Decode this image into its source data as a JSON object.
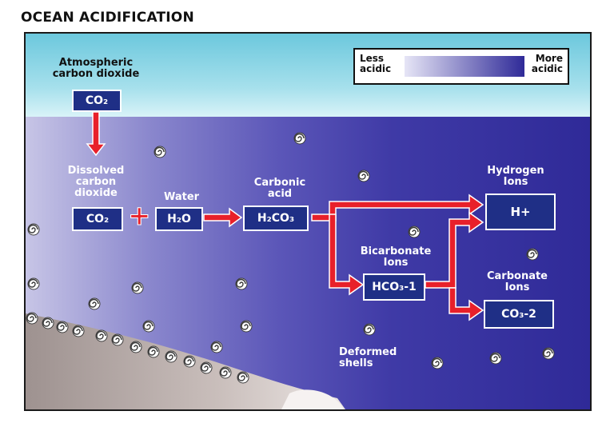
{
  "title": "OCEAN ACIDIFICATION",
  "legend": {
    "less": "Less acidic",
    "more": "More acidic"
  },
  "nodes": {
    "atmospheric_label": "Atmospheric carbon dioxide",
    "atmospheric_formula": "CO₂",
    "dissolved_label": "Dissolved carbon dioxide",
    "dissolved_formula": "CO₂",
    "plus": "+",
    "water_label": "Water",
    "water_formula": "H₂O",
    "carbonic_label": "Carbonic acid",
    "carbonic_formula": "H₂CO₃",
    "bicarbonate_label": "Bicarbonate Ions",
    "bicarbonate_formula": "HCO₃-1",
    "hydrogen_label": "Hydrogen Ions",
    "hydrogen_formula": "H+",
    "carbonate_label": "Carbonate Ions",
    "carbonate_formula": "CO₃-2",
    "shells_label": "Deformed shells"
  },
  "colors": {
    "arrow": "#e8202a",
    "box": "#1f2f86",
    "sky": "#6cc8dd",
    "deep_water": "#2f2a98",
    "sediment": "#b7aaa6"
  }
}
